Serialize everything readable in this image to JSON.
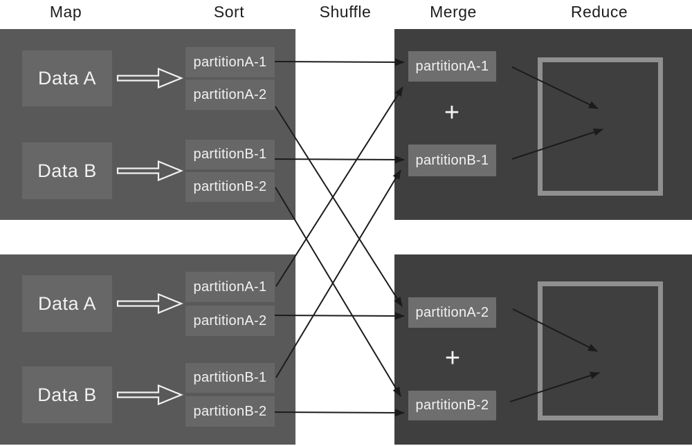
{
  "stages": [
    {
      "label": "Map"
    },
    {
      "label": "Sort"
    },
    {
      "label": "Shuffle"
    },
    {
      "label": "Merge"
    },
    {
      "label": "Reduce"
    }
  ],
  "map_tasks": {
    "top": {
      "inputs": [
        {
          "label": "Data A"
        },
        {
          "label": "Data B"
        }
      ],
      "partitions": [
        {
          "label": "partitionA-1"
        },
        {
          "label": "partitionA-2"
        },
        {
          "label": "partitionB-1"
        },
        {
          "label": "partitionB-2"
        }
      ]
    },
    "bottom": {
      "inputs": [
        {
          "label": "Data A"
        },
        {
          "label": "Data B"
        }
      ],
      "partitions": [
        {
          "label": "partitionA-1"
        },
        {
          "label": "partitionA-2"
        },
        {
          "label": "partitionB-1"
        },
        {
          "label": "partitionB-2"
        }
      ]
    }
  },
  "reduce_tasks": {
    "top": {
      "partitions": [
        {
          "label": "partitionA-1"
        },
        {
          "label": "partitionB-1"
        }
      ],
      "merge_operator": "+"
    },
    "bottom": {
      "partitions": [
        {
          "label": "partitionA-2"
        },
        {
          "label": "partitionB-2"
        }
      ],
      "merge_operator": "+"
    }
  },
  "shuffle_connections": [
    {
      "from": "map-top/partitionA-1",
      "to": "reduce-top/partitionA-1"
    },
    {
      "from": "map-top/partitionB-1",
      "to": "reduce-top/partitionB-1"
    },
    {
      "from": "map-top/partitionA-2",
      "to": "reduce-bottom/partitionA-2"
    },
    {
      "from": "map-top/partitionB-2",
      "to": "reduce-bottom/partitionB-2"
    },
    {
      "from": "map-bottom/partitionA-1",
      "to": "reduce-top/partitionA-1"
    },
    {
      "from": "map-bottom/partitionB-1",
      "to": "reduce-top/partitionB-1"
    },
    {
      "from": "map-bottom/partitionA-2",
      "to": "reduce-bottom/partitionA-2"
    },
    {
      "from": "map-bottom/partitionB-2",
      "to": "reduce-bottom/partitionB-2"
    }
  ],
  "merge_connections": [
    {
      "from": "reduce-top/partitionA-1",
      "to": "reduce-top/output-square"
    },
    {
      "from": "reduce-top/partitionB-1",
      "to": "reduce-top/output-square"
    },
    {
      "from": "reduce-bottom/partitionA-2",
      "to": "reduce-bottom/output-square"
    },
    {
      "from": "reduce-bottom/partitionB-2",
      "to": "reduce-bottom/output-square"
    }
  ],
  "colors": {
    "background": "#ffffff",
    "map_panel": "#595959",
    "map_box": "#676767",
    "reduce_panel": "#3f3f3f",
    "reduce_box": "#6e6e6e",
    "output_square_border": "#909090",
    "shuffle_line": "#1b1b1b",
    "map_arrow_outline": "#f2f2f2",
    "box_text": "#f2f2f2",
    "header_text": "#1d1d1d"
  }
}
